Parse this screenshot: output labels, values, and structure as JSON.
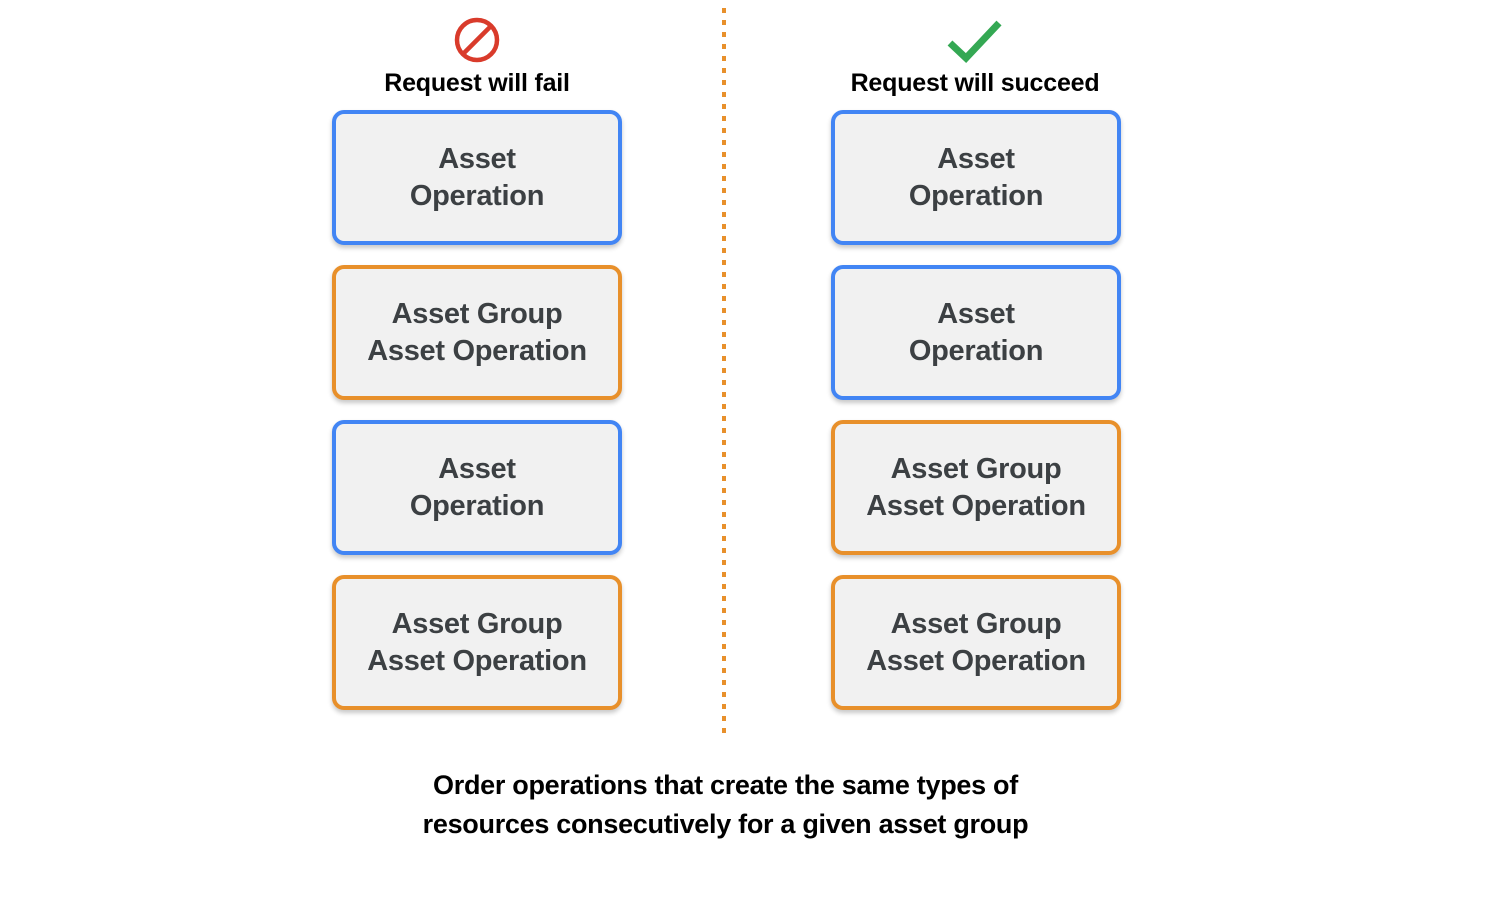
{
  "background_color": "#ffffff",
  "colors": {
    "blue_border": "#4285f4",
    "orange_border": "#e8902b",
    "box_fill": "#f1f1f1",
    "box_text": "#3c4043",
    "fail_icon": "#d93b2b",
    "success_icon": "#34a853",
    "divider": "#e8902b"
  },
  "columns": {
    "fail": {
      "icon": "prohibited-icon",
      "label": "Request will fail",
      "boxes": [
        {
          "type": "blue",
          "label": "Asset\nOperation"
        },
        {
          "type": "orange",
          "label": "Asset Group\nAsset Operation"
        },
        {
          "type": "blue",
          "label": "Asset\nOperation"
        },
        {
          "type": "orange",
          "label": "Asset Group\nAsset Operation"
        }
      ]
    },
    "succeed": {
      "icon": "checkmark-icon",
      "label": "Request will succeed",
      "boxes": [
        {
          "type": "blue",
          "label": "Asset\nOperation"
        },
        {
          "type": "blue",
          "label": "Asset\nOperation"
        },
        {
          "type": "orange",
          "label": "Asset Group\nAsset Operation"
        },
        {
          "type": "orange",
          "label": "Asset Group\nAsset Operation"
        }
      ]
    }
  },
  "caption": "Order operations that create the same types of\nresources consecutively for a given asset group"
}
